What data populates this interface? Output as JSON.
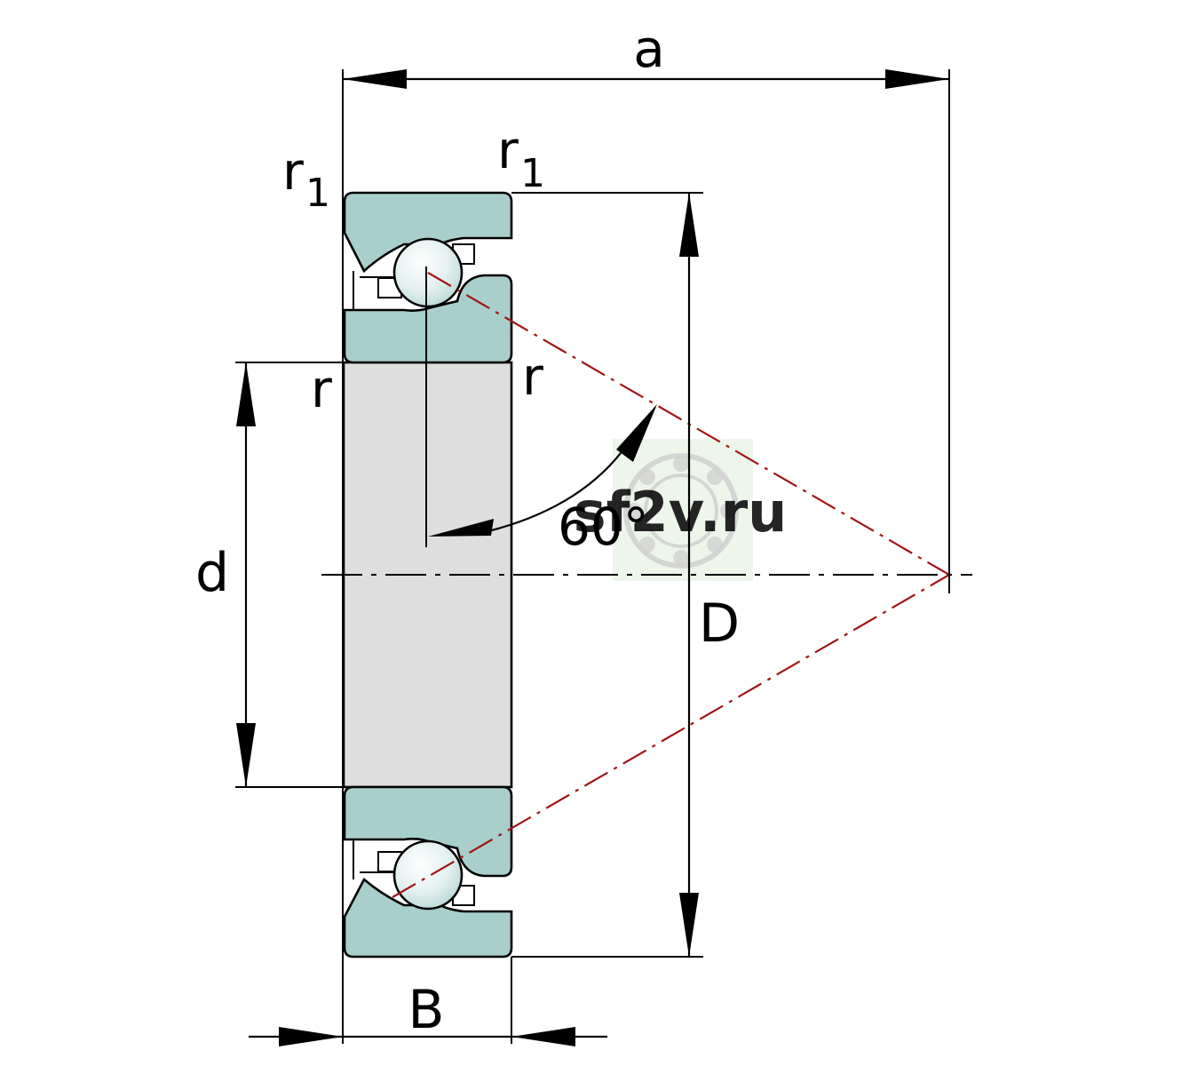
{
  "labels": {
    "a": "a",
    "r1_left": "r",
    "r1_left_sub": "1",
    "r1_right": "r",
    "r1_right_sub": "1",
    "r_left": "r",
    "r_right": "r",
    "d": "d",
    "D": "D",
    "B": "B",
    "angle": "60°"
  },
  "watermark": {
    "text": "sf2v.ru"
  },
  "colors": {
    "ring": "#a8cfcc",
    "bore": "#dedede",
    "ball": "#e2f0ef",
    "contact_line": "#a31414",
    "watermark_text": "#4f78c8",
    "watermark_bg": "#cfe6c8"
  }
}
